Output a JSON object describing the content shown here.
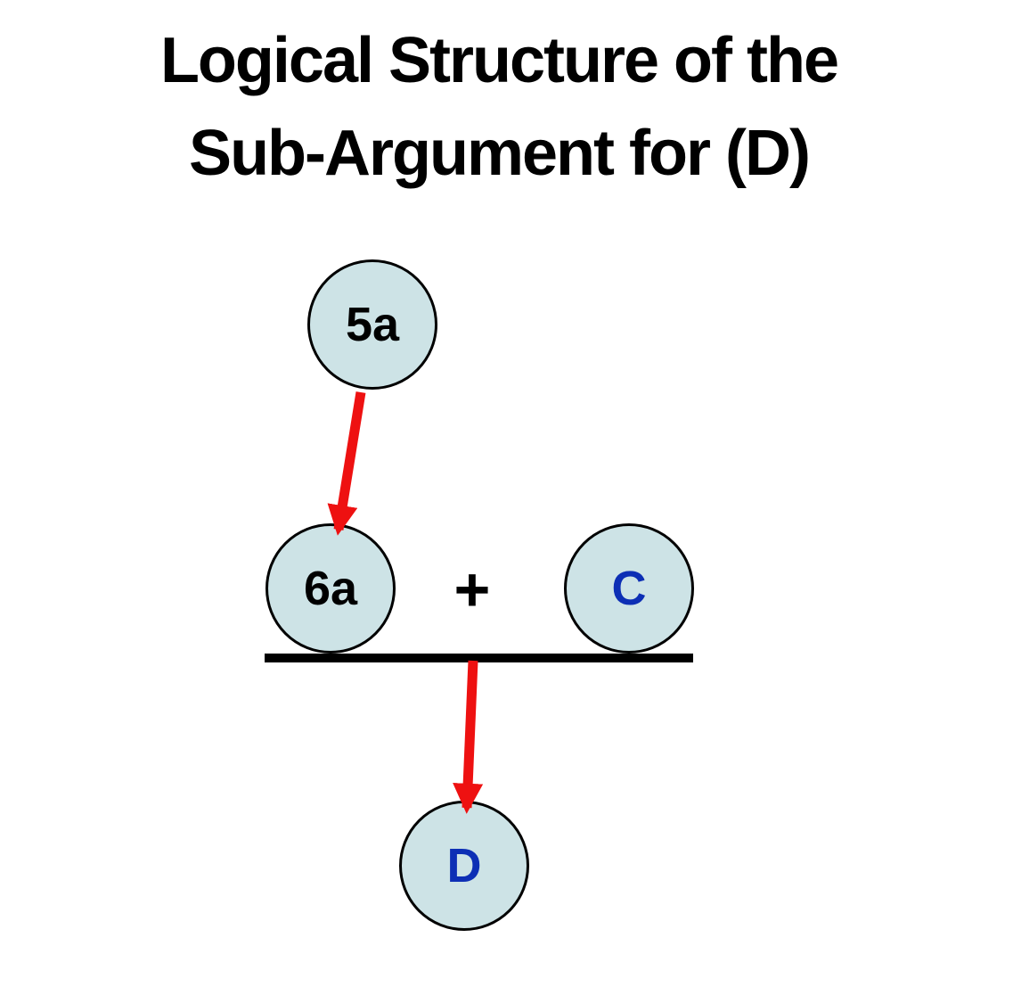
{
  "title": {
    "line1": "Logical Structure of the",
    "line2": "Sub-Argument for (D)"
  },
  "diagram": {
    "nodes": {
      "n5a": {
        "label": "5a",
        "label_color": "#000000"
      },
      "n6a": {
        "label": "6a",
        "label_color": "#000000"
      },
      "nC": {
        "label": "C",
        "label_color": "#0d2fb5"
      },
      "nD": {
        "label": "D",
        "label_color": "#0d2fb5"
      }
    },
    "operator": "+",
    "edges": [
      {
        "from": "5a",
        "to": "6a",
        "color": "#ee1111",
        "style": "arrow"
      },
      {
        "from": "6a + C",
        "to": "D",
        "color": "#ee1111",
        "style": "arrow"
      }
    ],
    "colors": {
      "node_fill": "#cde3e6",
      "node_border": "#000000",
      "arrow": "#ee1111",
      "inference_bar": "#000000",
      "title_text": "#000000"
    }
  }
}
